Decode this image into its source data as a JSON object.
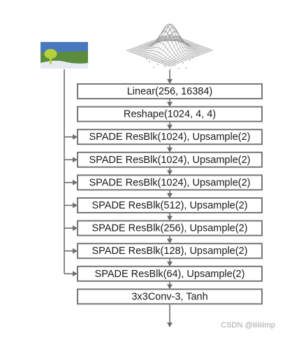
{
  "blocks": [
    {
      "label": "Linear(256, 16384)",
      "skip_input": false
    },
    {
      "label": "Reshape(1024, 4, 4)",
      "skip_input": false
    },
    {
      "label": "SPADE ResBlk(1024), Upsample(2)",
      "skip_input": true
    },
    {
      "label": "SPADE ResBlk(1024), Upsample(2)",
      "skip_input": true
    },
    {
      "label": "SPADE ResBlk(1024), Upsample(2)",
      "skip_input": true
    },
    {
      "label": "SPADE ResBlk(512), Upsample(2)",
      "skip_input": true
    },
    {
      "label": "SPADE ResBlk(256), Upsample(2)",
      "skip_input": true
    },
    {
      "label": "SPADE ResBlk(128), Upsample(2)",
      "skip_input": true
    },
    {
      "label": "SPADE ResBlk(64), Upsample(2)",
      "skip_input": true
    },
    {
      "label": "3x3Conv-3, Tanh",
      "skip_input": false
    }
  ],
  "inputs": {
    "noise_icon": "gaussian-surface-icon",
    "segmentation_icon": "segmentation-map-icon",
    "segmentation_colors": {
      "sky": "#4a78be",
      "ground": "#5b8c3e",
      "road": "#e8eaf2",
      "tree": "#b5d13c"
    }
  },
  "colors": {
    "box_border": "#767676",
    "connector": "#6e6e6e"
  },
  "watermark": "CSDN @iiiiiiimp"
}
